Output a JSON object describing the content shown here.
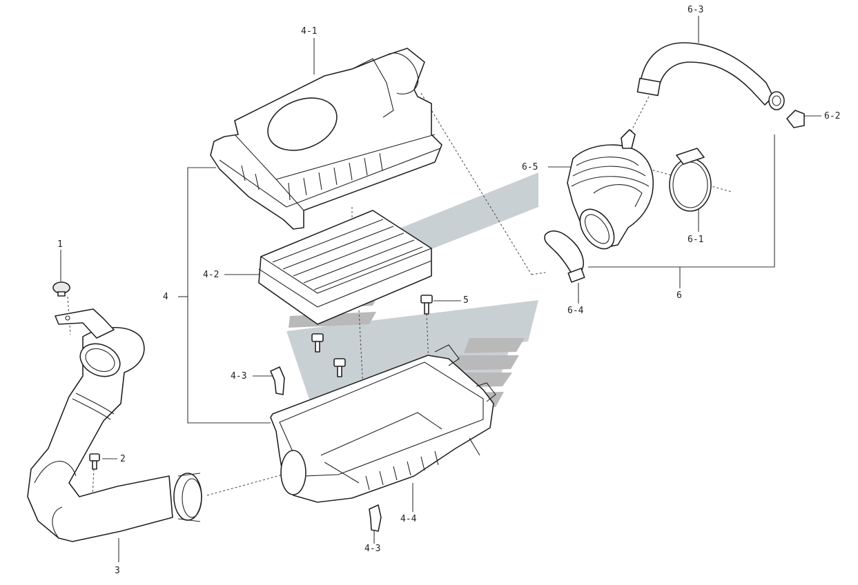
{
  "labels": {
    "p1": "1",
    "p2": "2",
    "p3": "3",
    "p4": "4",
    "p4_1": "4-1",
    "p4_2": "4-2",
    "p4_3a": "4-3",
    "p4_3b": "4-3",
    "p4_4": "4-4",
    "p5": "5",
    "p6": "6",
    "p6_1": "6-1",
    "p6_2": "6-2",
    "p6_3": "6-3",
    "p6_4": "6-4",
    "p6_5": "6-5"
  }
}
